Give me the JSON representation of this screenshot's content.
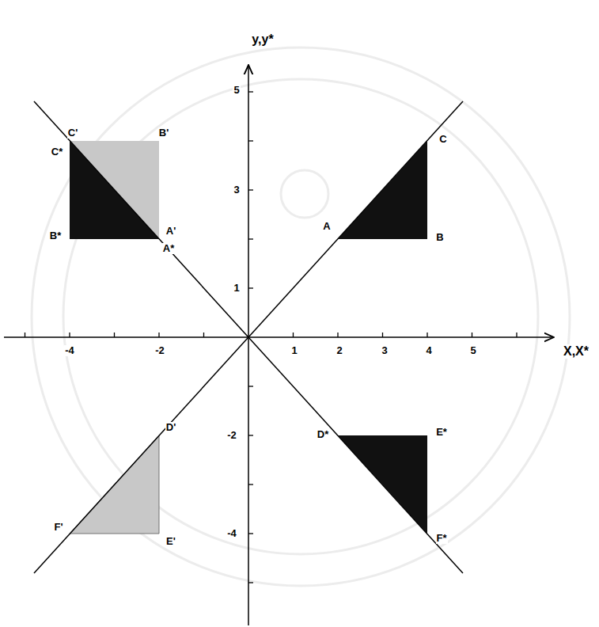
{
  "diagram": {
    "labels": [
      "y,y*",
      "X,X*",
      "5",
      "3",
      "1",
      "-2",
      "-4",
      "1",
      "2",
      "3",
      "4",
      "5",
      "-4",
      "-2",
      "C'",
      "B'",
      "C*",
      "B*",
      "A'",
      "A*",
      "A",
      "C",
      "B",
      "D'",
      "F'",
      "E'",
      "D*",
      "E*",
      "F*"
    ]
  }
}
